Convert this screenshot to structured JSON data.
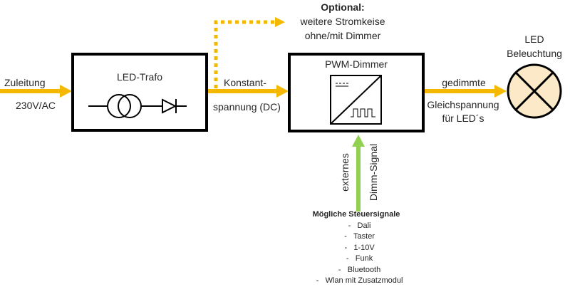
{
  "colors": {
    "power_arrow": "#F5B800",
    "signal_arrow": "#92D050",
    "box_border": "#000000",
    "lamp_fill": "#FBE9C8"
  },
  "input": {
    "label_top": "Zuleitung",
    "label_bottom": "230V/AC"
  },
  "trafo": {
    "title": "LED-Trafo",
    "symbol": "transformer-rectifier-icon"
  },
  "dc_link": {
    "label_top": "Konstant-",
    "label_bottom": "spannung (DC)"
  },
  "optional": {
    "title": "Optional:",
    "line1": "weitere Stromkeise",
    "line2": "ohne/mit Dimmer"
  },
  "dimmer": {
    "title": "PWM-Dimmer",
    "symbol": "dc-to-pwm-converter-icon"
  },
  "output": {
    "label_top": "gedimmte",
    "label_mid": "Gleichspannung",
    "label_bottom": "für LED´s"
  },
  "lamp": {
    "title_line1": "LED",
    "title_line2": "Beleuchtung"
  },
  "signal": {
    "label_left": "externes",
    "label_right": "Dimm-Signal"
  },
  "control_signals": {
    "heading": "Mögliche Steuersignale",
    "items": [
      "Dali",
      "Taster",
      "1-10V",
      "Funk",
      "Bluetooth",
      "Wlan mit Zusatzmodul"
    ]
  }
}
